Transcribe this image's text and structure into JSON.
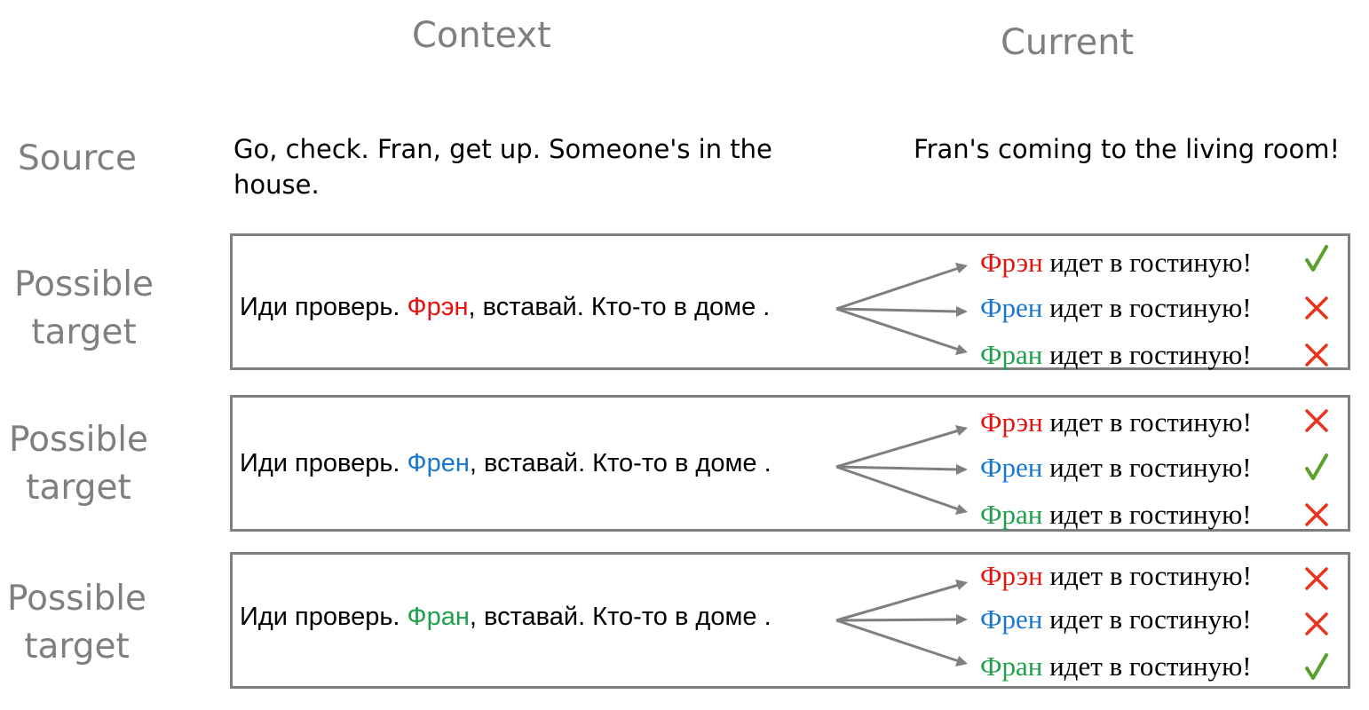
{
  "headers": {
    "context": "Context",
    "current": "Current"
  },
  "source": {
    "label": "Source",
    "context_text": "Go, check. Fran, get up. Someone's in the house.",
    "current_text": "Fran's coming to the living room!"
  },
  "colors": {
    "red": "#e8110c",
    "blue": "#1878d0",
    "green": "#1fa14b",
    "gray": "#7f7f7f",
    "check": "#5aa02c",
    "cross": "#e8331f"
  },
  "targets": [
    {
      "label_line1": "Possible",
      "label_line2": "target",
      "context_prefix": "Иди проверь. ",
      "context_name": "Фрэн",
      "context_suffix": ", вставай. Кто-то в доме .",
      "name_color": "red",
      "candidates": [
        {
          "name": "Фрэн",
          "rest": " идет в гостиную!",
          "color": "red",
          "mark": "check-icon"
        },
        {
          "name": "Френ",
          "rest": " идет в гостиную!",
          "color": "blue",
          "mark": "cross-icon"
        },
        {
          "name": "Фран",
          "rest": " идет в гостиную!",
          "color": "green",
          "mark": "cross-icon"
        }
      ]
    },
    {
      "label_line1": "Possible",
      "label_line2": "target",
      "context_prefix": "Иди проверь. ",
      "context_name": "Френ",
      "context_suffix": ", вставай. Кто-то в доме .",
      "name_color": "blue",
      "candidates": [
        {
          "name": "Фрэн",
          "rest": " идет в гостиную!",
          "color": "red",
          "mark": "cross-icon"
        },
        {
          "name": "Френ",
          "rest": " идет в гостиную!",
          "color": "blue",
          "mark": "check-icon"
        },
        {
          "name": "Фран",
          "rest": " идет в гостиную!",
          "color": "green",
          "mark": "cross-icon"
        }
      ]
    },
    {
      "label_line1": "Possible",
      "label_line2": "target",
      "context_prefix": "Иди проверь. ",
      "context_name": "Фран",
      "context_suffix": ", вставай. Кто-то в доме .",
      "name_color": "green",
      "candidates": [
        {
          "name": "Фрэн",
          "rest": " идет в гостиную!",
          "color": "red",
          "mark": "cross-icon"
        },
        {
          "name": "Френ",
          "rest": " идет в гостиную!",
          "color": "blue",
          "mark": "cross-icon"
        },
        {
          "name": "Фран",
          "rest": " идет в гостиную!",
          "color": "green",
          "mark": "check-icon"
        }
      ]
    }
  ]
}
